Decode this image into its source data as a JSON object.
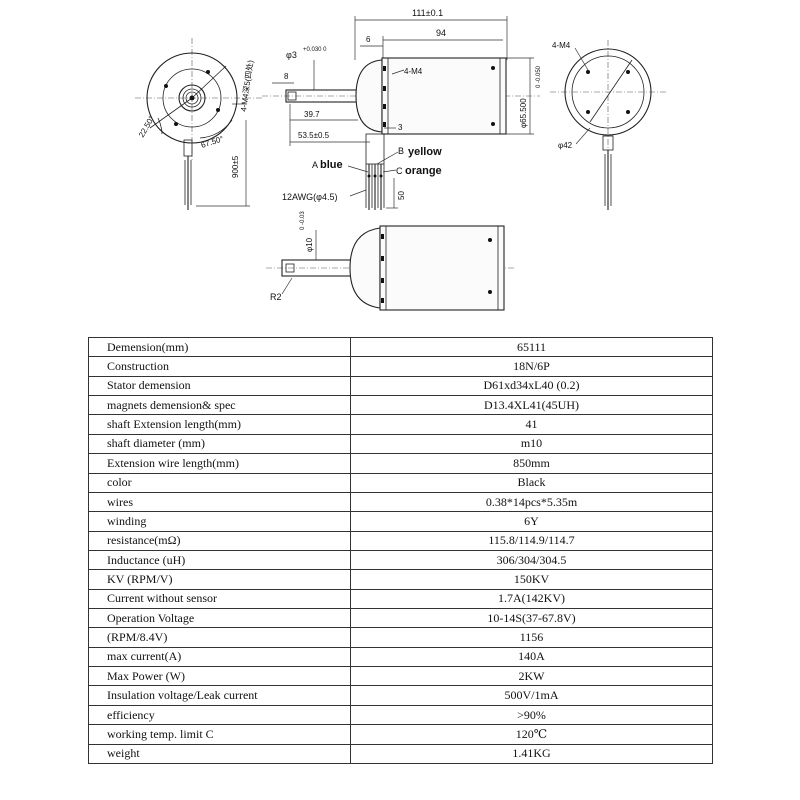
{
  "drawing": {
    "front_view": {
      "thread_note": "4-M4深5(四处)",
      "angle_a": "22.50°",
      "angle_b": "67.50°",
      "wire_length": "900±5"
    },
    "side_view": {
      "overall_length": "111±0.1",
      "body_length": "94",
      "offset_6": "6",
      "shaft_dia": "φ3",
      "shaft_dia_tol": "+0.030 0",
      "dim_8": "8",
      "dim_39_7": "39.7",
      "dim_53_5": "53.5±0.5",
      "dim_3": "3",
      "hole_note": "4-M4",
      "body_dia": "φ65.500",
      "body_dia_tol": "0 -0.050",
      "wire_b": "B",
      "wire_yellow": "yellow",
      "wire_a": "A",
      "wire_blue": "blue",
      "wire_c": "C",
      "wire_orange": "orange",
      "dim_50": "50",
      "wire_gauge": "12AWG(φ4.5)"
    },
    "rear_view": {
      "hole_note": "4-M4",
      "bolt_circle": "φ42"
    },
    "lower_view": {
      "shaft_dia": "φ10",
      "shaft_dia_tol": "0 -0.03",
      "radius": "R2"
    }
  },
  "specs": [
    {
      "label": "Demension(mm)",
      "value": "65111"
    },
    {
      "label": "Construction",
      "value": "18N/6P"
    },
    {
      "label": "Stator demension",
      "value": "D61xd34xL40 (0.2)"
    },
    {
      "label": "magnets demension& spec",
      "value": "D13.4XL41(45UH)"
    },
    {
      "label": "shaft Extension length(mm)",
      "value": "41"
    },
    {
      "label": "shaft diameter (mm)",
      "value": "m10"
    },
    {
      "label": "Extension wire length(mm)",
      "value": "850mm"
    },
    {
      "label": "color",
      "value": "Black"
    },
    {
      "label": "wires",
      "value": "0.38*14pcs*5.35m"
    },
    {
      "label": "winding",
      "value": "6Y"
    },
    {
      "label": "resistance(mΩ)",
      "value": "115.8/114.9/114.7"
    },
    {
      "label": "Inductance (uH)",
      "value": "306/304/304.5"
    },
    {
      "label": "KV (RPM/V)",
      "value": "150KV"
    },
    {
      "label": "Current without sensor",
      "value": "1.7A(142KV)"
    },
    {
      "label": "Operation Voltage",
      "value": "10-14S(37-67.8V)"
    },
    {
      "label": "(RPM/8.4V)",
      "value": "1156"
    },
    {
      "label": "max current(A)",
      "value": "140A"
    },
    {
      "label": "Max Power (W)",
      "value": "2KW"
    },
    {
      "label": "Insulation voltage/Leak current",
      "value": "500V/1mA"
    },
    {
      "label": "efficiency",
      "value": ">90%"
    },
    {
      "label": "working temp. limit C",
      "value": "120℃"
    },
    {
      "label": "weight",
      "value": "1.41KG"
    }
  ]
}
